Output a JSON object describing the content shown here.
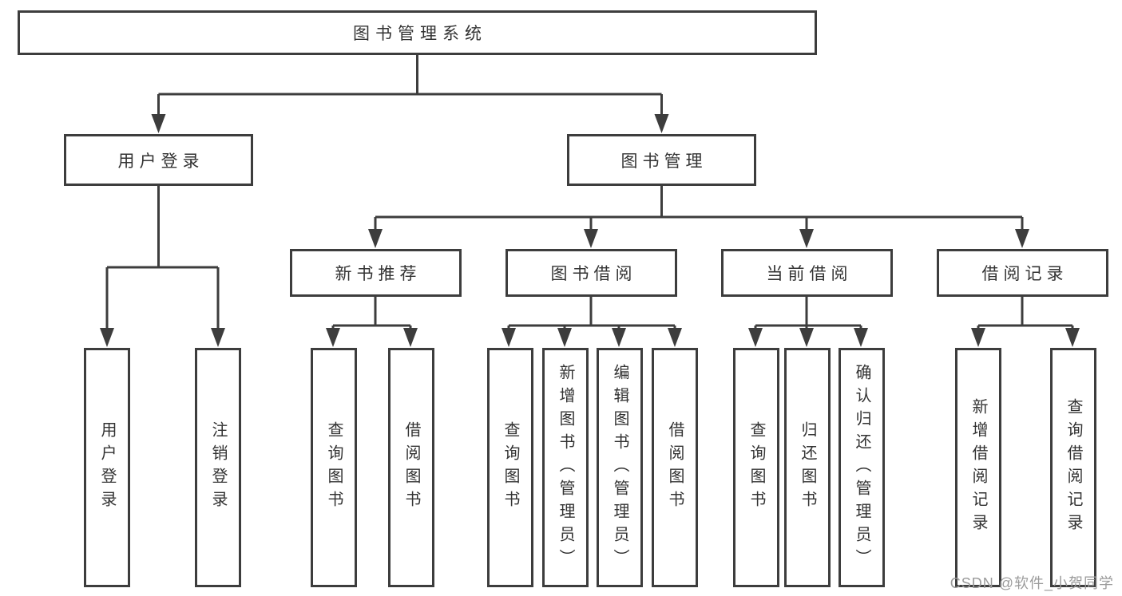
{
  "diagram": {
    "root": {
      "label": "图书管理系统",
      "children": [
        {
          "label": "用户登录",
          "children": [
            {
              "label": "用户登录"
            },
            {
              "label": "注销登录"
            }
          ]
        },
        {
          "label": "图书管理",
          "children": [
            {
              "label": "新书推荐",
              "children": [
                {
                  "label": "查询图书"
                },
                {
                  "label": "借阅图书"
                }
              ]
            },
            {
              "label": "图书借阅",
              "children": [
                {
                  "label": "查询图书"
                },
                {
                  "label": "新增图书（管理员）"
                },
                {
                  "label": "编辑图书（管理员）"
                },
                {
                  "label": "借阅图书"
                }
              ]
            },
            {
              "label": "当前借阅",
              "children": [
                {
                  "label": "查询图书"
                },
                {
                  "label": "归还图书"
                },
                {
                  "label": "确认归还（管理员）"
                }
              ]
            },
            {
              "label": "借阅记录",
              "children": [
                {
                  "label": "新增借阅记录"
                },
                {
                  "label": "查询借阅记录"
                }
              ]
            }
          ]
        }
      ]
    }
  },
  "watermark": "CSDN @软件_小贺同学",
  "colors": {
    "line": "#3d3d3d",
    "text": "#333333",
    "watermark": "#9b9b9b",
    "background": "#ffffff"
  }
}
